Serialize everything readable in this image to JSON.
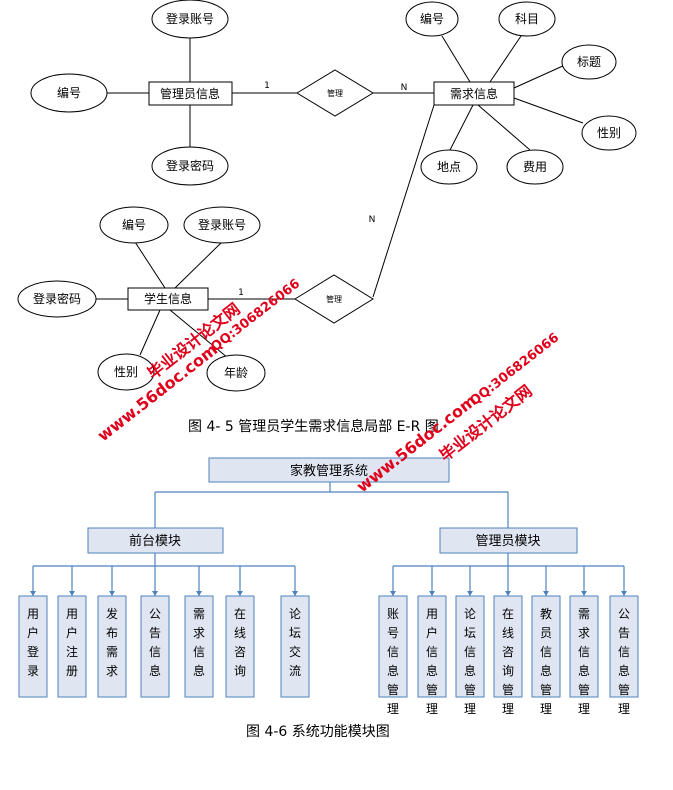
{
  "er": {
    "admin_entity": "管理员信息",
    "admin_attrs": {
      "account": "登录账号",
      "id": "编号",
      "password": "登录密码"
    },
    "demand_entity": "需求信息",
    "demand_attrs": {
      "id": "编号",
      "subject": "科目",
      "title": "标题",
      "gender": "性别",
      "fee": "费用",
      "location": "地点"
    },
    "student_entity": "学生信息",
    "student_attrs": {
      "id": "编号",
      "account": "登录账号",
      "password": "登录密码",
      "gender": "性别",
      "age": "年龄"
    },
    "rel_admin": "管理",
    "rel_student": "管理",
    "card_admin": "1",
    "card_admin_n": "N",
    "card_student": "1",
    "card_student_n": "N"
  },
  "caption_er": "图 4- 5 管理员学生需求信息局部 E-R 图",
  "modules": {
    "root": "家教管理系统",
    "front": {
      "label": "前台模块",
      "items": [
        "用户登录",
        "用户注册",
        "发布需求",
        "公告信息",
        "需求信息",
        "在线咨询",
        "论坛交流"
      ]
    },
    "admin": {
      "label": "管理员模块",
      "items": [
        "账号信息管理",
        "用户信息管理",
        "论坛信息管理",
        "在线咨询管理",
        "教员信息管理",
        "需求信息管理",
        "公告信息管理"
      ]
    }
  },
  "caption_modules": "图 4-6 系统功能模块图",
  "watermark": {
    "site": "www.56doc.com",
    "qq": "QQ:306826066",
    "brand": "毕业设计论文网"
  },
  "colors": {
    "box_fill": "#dfe6f2",
    "line_blue": "#4f81bd",
    "watermark_red": "#e0001b"
  }
}
